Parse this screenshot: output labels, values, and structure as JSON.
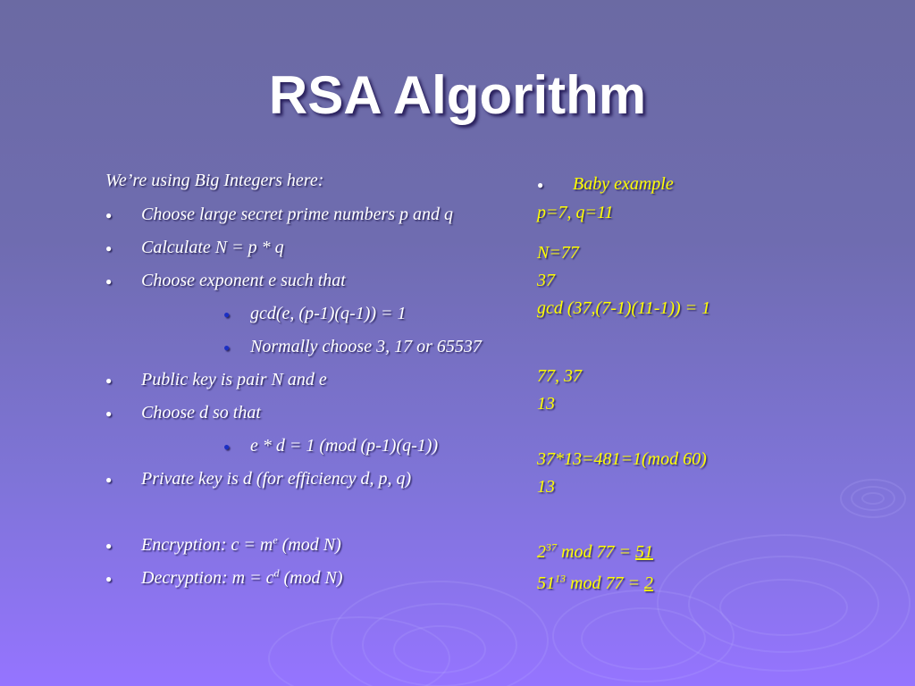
{
  "slide": {
    "title": "RSA Algorithm"
  },
  "left": {
    "intro": "We’re using Big Integers here:",
    "b1": "Choose large secret prime numbers p and q",
    "b2": "Calculate N = p * q",
    "b3": "Choose exponent e such that",
    "s1": "gcd(e, (p-1)(q-1)) = 1",
    "s2": "Normally choose 3, 17 or 65537",
    "b4": "Public key is pair N and e",
    "b5": "Choose d so that",
    "s3": "e * d = 1 (mod (p-1)(q-1))",
    "b6": "Private key is d (for efficiency d, p, q)",
    "enc_pre": "Encryption: c = m",
    "enc_sup": "e",
    "enc_post": " (mod N)",
    "dec_pre": "Decryption: m = c",
    "dec_sup": "d",
    "dec_post": " (mod N)"
  },
  "right": {
    "heading": "Baby example",
    "pq": "p=7, q=11",
    "n": "N=77",
    "e": "37",
    "gcd": "gcd (37,(7-1)(11-1)) = 1",
    "pub": "77, 37",
    "d1": "13",
    "check": "37*13=481=1(mod 60)",
    "d2": "13",
    "enc_base": "2",
    "enc_sup": "37",
    "enc_mid": " mod 77 = ",
    "enc_res": "51",
    "dec_base": "51",
    "dec_sup": "13",
    "dec_mid": " mod 77 = ",
    "dec_res": "2"
  },
  "colors": {
    "background_top": "#6b6aa3",
    "background_bottom": "#9574ff",
    "left_text": "#ffffff",
    "right_text": "#ffff00",
    "sub_bullet": "#1b2fc4"
  },
  "icons": [
    "bullet-dot",
    "ripple-rings"
  ]
}
